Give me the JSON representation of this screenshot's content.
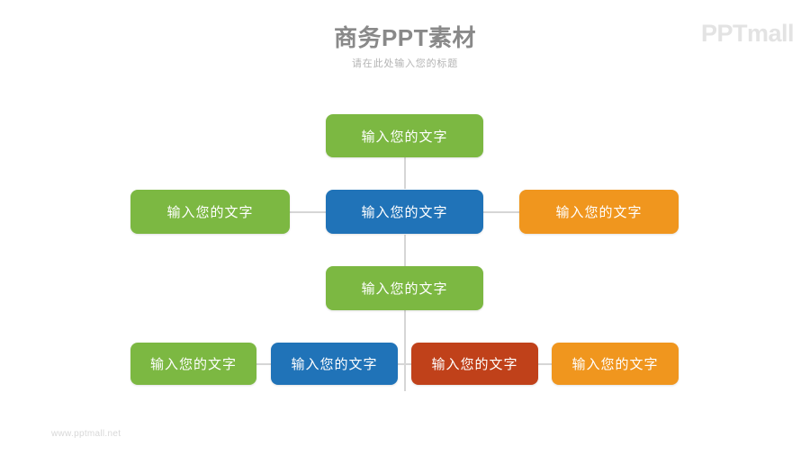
{
  "header": {
    "title": "商务PPT素材",
    "subtitle": "请在此处输入您的标题",
    "logo": "PPTmall"
  },
  "footer": {
    "url": "www.pptmall.net"
  },
  "colors": {
    "green": "#7cb842",
    "blue": "#2073b8",
    "orange": "#f0961e",
    "red": "#c0411a",
    "connector": "#d6d6d6",
    "title": "#898989",
    "subtitle": "#b4b4b4",
    "logo": "#e3e3e3",
    "footer": "#d8d8d8",
    "background": "#ffffff"
  },
  "diagram": {
    "type": "org-chart",
    "rows": [
      {
        "row_name": "top-row",
        "nodes": [
          {
            "id": "node-top",
            "label": "输入您的文字",
            "color": "green"
          }
        ]
      },
      {
        "row_name": "middle-row",
        "nodes": [
          {
            "id": "node-middle-left",
            "label": "输入您的文字",
            "color": "green"
          },
          {
            "id": "node-middle-center",
            "label": "输入您的文字",
            "color": "blue"
          },
          {
            "id": "node-middle-right",
            "label": "输入您的文字",
            "color": "orange"
          }
        ]
      },
      {
        "row_name": "second-center-row",
        "nodes": [
          {
            "id": "node-second-center",
            "label": "输入您的文字",
            "color": "green"
          }
        ]
      },
      {
        "row_name": "bottom-row",
        "nodes": [
          {
            "id": "node-bottom-1",
            "label": "输入您的文字",
            "color": "green"
          },
          {
            "id": "node-bottom-2",
            "label": "输入您的文字",
            "color": "blue"
          },
          {
            "id": "node-bottom-3",
            "label": "输入您的文字",
            "color": "red"
          },
          {
            "id": "node-bottom-4",
            "label": "输入您的文字",
            "color": "orange"
          }
        ]
      }
    ]
  }
}
